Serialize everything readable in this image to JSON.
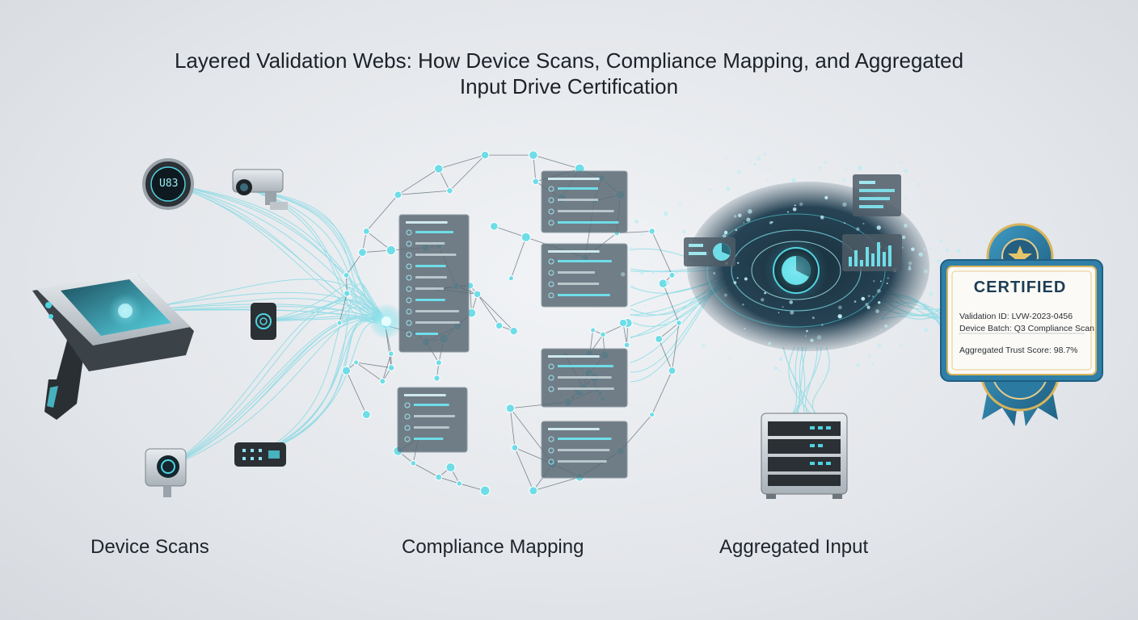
{
  "title": {
    "line1": "Layered Validation Webs: How Device Scans, Compliance Mapping, and Aggregated",
    "line2": "Input Drive Certification"
  },
  "stages": [
    {
      "label": "Device Scans"
    },
    {
      "label": "Compliance Mapping"
    },
    {
      "label": "Aggregated Input"
    }
  ],
  "certificate": {
    "heading": "CERTIFIED",
    "validation_id": "Validation ID: LVW-2023-0456",
    "device_batch": "Device Batch: Q3 Compliance Scan",
    "trust_score": "Aggregated Trust Score: 98.7%"
  },
  "devices": {
    "wearable_display": "U83"
  },
  "colors": {
    "accent": "#4fd3e0",
    "accent_dark": "#1a8fa6",
    "panel": "#5b6a75",
    "device": "#2d3338",
    "badge_blue": "#2f7fa8",
    "gold": "#d9b45a"
  },
  "icons": [
    "handheld-scanner-icon",
    "wearable-device-icon",
    "security-camera-icon",
    "keycard-reader-icon",
    "sensor-icon",
    "keypad-device-icon",
    "server-rack-icon",
    "data-cloud-icon",
    "certificate-badge-icon",
    "star-icon"
  ]
}
